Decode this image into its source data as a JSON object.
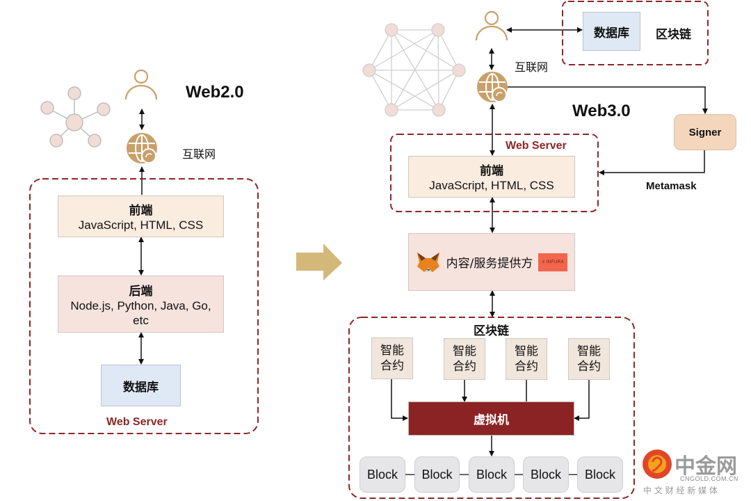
{
  "web2": {
    "heading": "Web2.0",
    "internet_label": "互联网",
    "frontend": {
      "title": "前端",
      "tech": "JavaScript, HTML, CSS"
    },
    "backend": {
      "title": "后端",
      "tech_line1": "Node.js, Python, Java, Go,",
      "tech_line2": "etc"
    },
    "database": "数据库",
    "container_label": "Web Server",
    "network_icon": "centralized-network-icon",
    "user_icon": "user-icon",
    "globe_icon": "globe-icon"
  },
  "transition_arrow": "right-arrow-icon",
  "web3": {
    "heading": "Web3.0",
    "internet_label": "互联网",
    "storage": {
      "database": "数据库",
      "blockchain": "区块链"
    },
    "signer": "Signer",
    "metamask_label": "Metamask",
    "web_server_label": "Web Server",
    "frontend": {
      "title": "前端",
      "tech": "JavaScript, HTML, CSS"
    },
    "provider": {
      "label": "内容/服务提供方",
      "infura_logo": "≡ INFURA",
      "fox_icon": "metamask-fox-icon"
    },
    "blockchain": {
      "title": "区块链",
      "contracts": [
        {
          "line1": "智能",
          "line2": "合约"
        },
        {
          "line1": "智能",
          "line2": "合约"
        },
        {
          "line1": "智能",
          "line2": "合约"
        },
        {
          "line1": "智能",
          "line2": "合约"
        }
      ],
      "vm": "虚拟机",
      "blocks": [
        "Block",
        "Block",
        "Block",
        "Block",
        "Block"
      ]
    },
    "network_icon": "decentralized-mesh-network-icon"
  },
  "watermark": {
    "name": "中金网",
    "domain": "CNGOLD.COM.CN",
    "tagline": "中 文 财 经 新 媒 体"
  },
  "colors": {
    "dashed_border": "#8b2626",
    "icon_gold": "#c9a06a",
    "arrow_gold": "#d4b87a",
    "vm_red": "#8b2324",
    "node_pink": "#f2dcd6"
  }
}
